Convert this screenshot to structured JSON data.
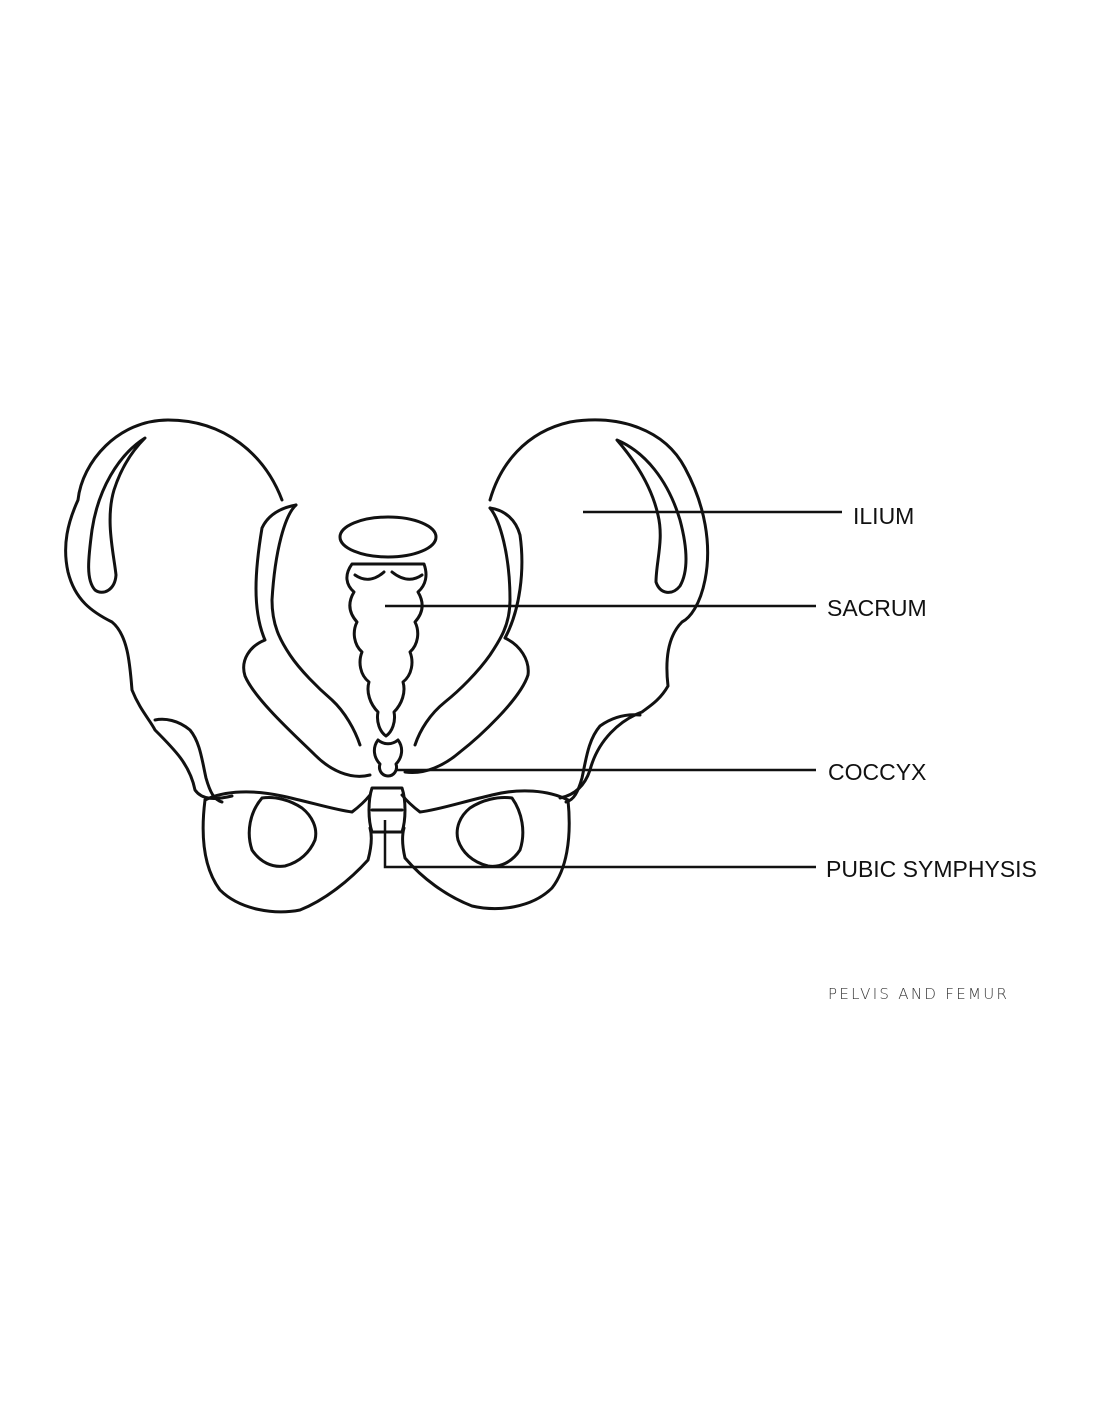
{
  "labels": {
    "ilium": "ILIUM",
    "sacrum": "SACRUM",
    "coccyx": "COCCYX",
    "pubic_symphysis": "PUBIC SYMPHYSIS"
  },
  "caption": "PELVIS AND FEMUR",
  "colors": {
    "line": "#111111",
    "background": "#ffffff"
  }
}
